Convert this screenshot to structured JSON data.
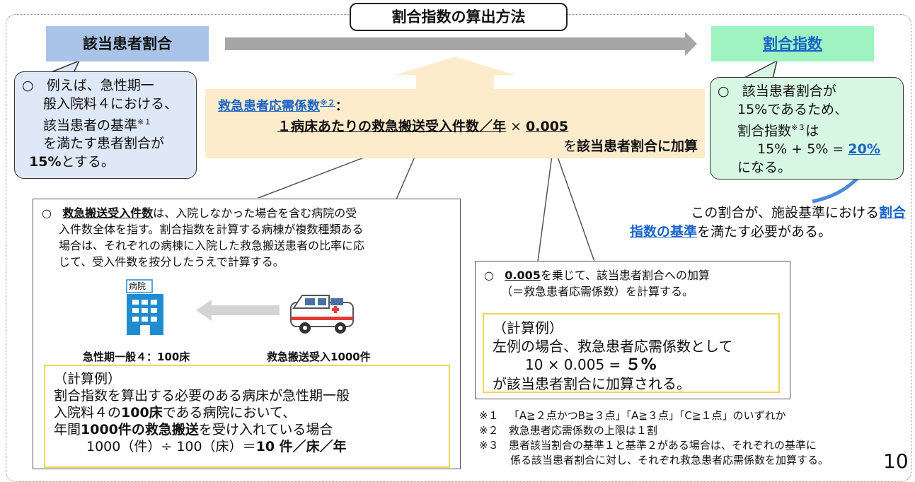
{
  "title": "割合指数の算出方法",
  "left_label": "該当患者割合",
  "right_label": "割合指数",
  "bubble_left": {
    "bullet": "○",
    "line1": "例えば、急性期一",
    "line2": "般入院料４における、",
    "line3a": "該当患者の基準",
    "line3sup": "※１",
    "line4": "を満たす患者割合が",
    "line5a": "15%",
    "line5b": "とする。"
  },
  "center": {
    "label": "救急患者応需係数",
    "label_sup": "※２",
    "colon": "：",
    "formula": "１病床あたりの救急搬送受入件数／年",
    "times": "×",
    "factor": "0.005",
    "tail_a": "を",
    "tail_b": "該当患者割合に加算"
  },
  "bubble_right": {
    "bullet": "○",
    "line1": "該当患者割合が",
    "line2": "15%であるため、",
    "line3a": "割合指数",
    "line3sup": "※３",
    "line3b": "は",
    "line4a": "15% + 5% = ",
    "line4b": "20%",
    "line5": "になる。"
  },
  "requirement": {
    "a": "この割合が、施設基準における",
    "b": "割合",
    "c": "指数の基準",
    "d": "を満たす必要がある。"
  },
  "panel1": {
    "bullet": "○",
    "lead": "救急搬送受入件数",
    "text1": "は、入院しなかった場合を含む病院の受",
    "text2": "入件数全体を指す。割合指数を計算する病棟が複数種類ある",
    "text3": "場合は、それぞれの病棟に入院した救急搬送患者の比率に応",
    "text4": "じて、受入件数を按分したうえで計算する。",
    "hospital_sign": "病院",
    "hospital_caption": "急性期一般４：100床",
    "ambulance_caption": "救急搬送受入1000件",
    "calc_title": "（計算例）",
    "calc1": "割合指数を算出する必要のある病床が急性期一般",
    "calc2a": "入院料４の",
    "calc2b": "100床",
    "calc2c": "である病院において、",
    "calc3a": "年間",
    "calc3b": "1000件の救急搬送",
    "calc3c": "を受け入れている場合",
    "calc4a": "1000（件）÷ 100（床）＝",
    "calc4b": "10 件／床／年"
  },
  "panel2": {
    "bullet": "○",
    "lead": "0.005",
    "text1": "を乗じて、該当患者割合への加算",
    "text2": "（＝救急患者応需係数）を計算する。",
    "calc_title": "（計算例）",
    "calc1": "左例の場合、救急患者応需係数として",
    "calc2a": "10 × 0.005 = ",
    "calc2b": "５%",
    "calc3": "が該当患者割合に加算される。"
  },
  "notes": [
    {
      "mark": "※１",
      "text": "「A≧２点かつB≧３点」「A≧３点」「C≧１点」のいずれか"
    },
    {
      "mark": "※２",
      "text": "救急患者応需係数の上限は１割"
    },
    {
      "mark": "※３",
      "text": "患者該当割合の基準１と基準２がある場合は、それぞれの基準に"
    },
    {
      "mark": "",
      "text": "係る該当患者割合に対し、それぞれ救急患者応需係数を加算する。"
    }
  ],
  "page_number": "10",
  "colors": {
    "accent_blue": "#1a63c7",
    "left_box": "#a9c4e6",
    "right_box": "#9ef3c0",
    "band": "#fdeccc",
    "calc_border": "#f0d655"
  }
}
